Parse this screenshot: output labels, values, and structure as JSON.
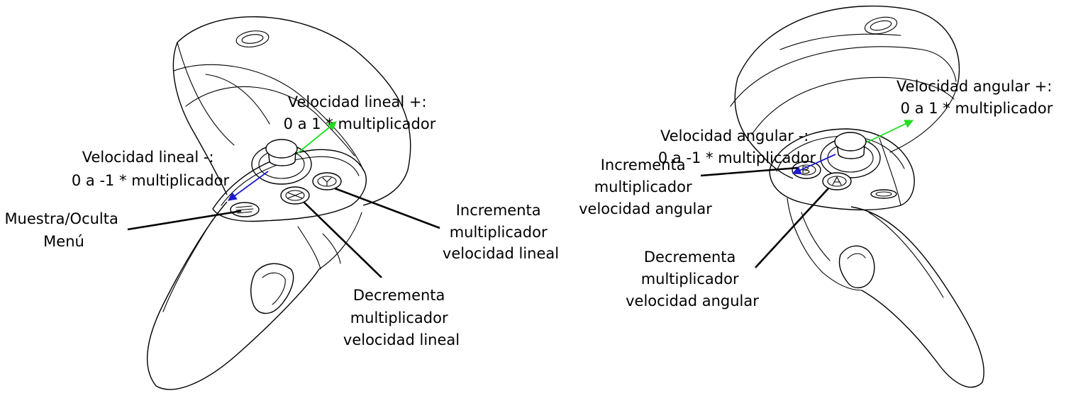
{
  "colors": {
    "positive_arrow": "#22dd22",
    "negative_arrow": "#1a1acc",
    "lines": "#000000",
    "background": "#ffffff"
  },
  "left_controller": {
    "linear_plus": [
      "Velocidad lineal +:",
      "0 a 1 * multiplicador"
    ],
    "linear_minus": [
      "Velocidad lineal -:",
      "0 a -1 * multiplicador"
    ],
    "menu": [
      "Muestra/Oculta",
      "Menú"
    ],
    "increment": [
      "Incrementa",
      "multiplicador",
      "velocidad lineal"
    ],
    "decrement": [
      "Decrementa",
      "multiplicador",
      "velocidad lineal"
    ]
  },
  "right_controller": {
    "angular_plus": [
      "Velocidad angular +:",
      "0 a 1 * multiplicador"
    ],
    "angular_minus": [
      "Velocidad angular -:",
      "0 a -1 * multiplicador"
    ],
    "increment": [
      "Incrementa",
      "multiplicador",
      "velocidad angular"
    ],
    "decrement": [
      "Decrementa",
      "multiplicador",
      "velocidad angular"
    ]
  }
}
